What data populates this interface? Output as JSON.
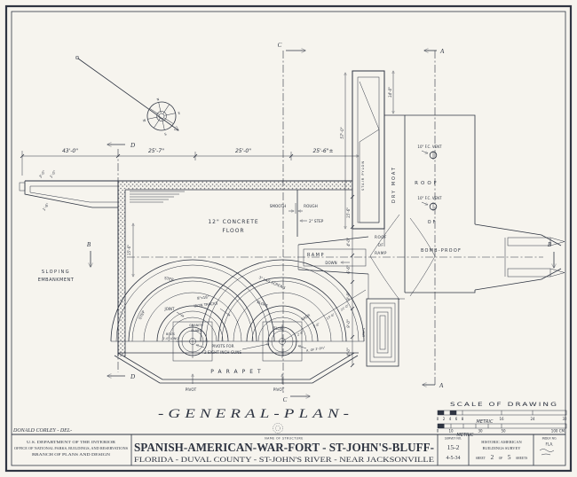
{
  "colors": {
    "ink": "#2f3542",
    "paper": "#f6f4ee"
  },
  "credit": "DONALD CORLEY - DEL-",
  "plan_title": "-GENERAL-PLAN-",
  "compass": {
    "n": "N",
    "e": "E",
    "s": "S",
    "w": "W"
  },
  "sections": {
    "a": "A",
    "b": "B",
    "c": "C",
    "d": "D"
  },
  "dims": {
    "top": [
      "43'-0\"",
      "25'-7\"",
      "25'-0\"",
      "25'-6\"±"
    ],
    "pylon_height": "57'-0\"",
    "moat_top": "14'-0\"",
    "left_wall": "15'-6\"",
    "left_entry": [
      "3'-0\"",
      "1'-0\"",
      "1'-6\""
    ],
    "right_chain": [
      "15'-6\"",
      "4'-0\"",
      "6'-6\"",
      "8'-8\"",
      "9'-0\"",
      "4'-0\""
    ]
  },
  "labels": {
    "sloping_1": "SLOPING",
    "sloping_2": "EMBANKMENT",
    "floor_1": "12\" CONCRETE",
    "floor_2": "FLOOR",
    "smooth": "SMOOTH",
    "rough": "ROUGH",
    "step2": "2\" STEP",
    "ramp": "RAMP",
    "down": "DOWN",
    "roof_of_ramp_1": "ROOF",
    "roof_of_ramp_2": "OF",
    "roof_of_ramp_3": "RAMP",
    "stair_pylon": "STAIR PYLON",
    "dry_moat": "DRY MOAT",
    "vent_top": "10\" F.C. VENT",
    "roof": "ROOF",
    "vent_bottom": "10\" F.C. VENT",
    "of": "OF",
    "bombproof": "BOMB-PROOF",
    "step_a": "STEP",
    "step_b": "STEP",
    "iron_tracks_1": "8\"x18\"",
    "iron_tracks_2": "IRON TRACKS",
    "joint": "JOINT",
    "granite_1": "GRANITE",
    "granite_2": "SLABS",
    "bolts_1": "BOLTS",
    "bolts_2": "1'-0\" LONG",
    "pivots_1": "PIVOTS FOR",
    "pivots_2": "2 EIGHT INCH GUNS",
    "lag_screws": "3\" LAG SCREWS",
    "slope_a": "SLOPE",
    "slope_b": "SLOPE",
    "radii": "RADII",
    "radii_values": [
      "2'-6\"",
      "7'-6\"",
      "15'-6\"",
      "21'-0\""
    ],
    "r_of": "R. OF 3'-9¾\"",
    "parapet": "PARAPET",
    "pivot_left": "PIVOT",
    "pivot_right": "PIVOT",
    "steps": "STEPS"
  },
  "scale_bar": {
    "heading": "SCALE OF DRAWING",
    "feet_ticks": [
      "0",
      "2",
      "4",
      "6",
      "8",
      "16",
      "24",
      "32"
    ],
    "metric_label_1": "METRIC",
    "cm_ticks": [
      "0",
      "10",
      "30",
      "50",
      "100 CM."
    ],
    "metric_label_2": "METRIC"
  },
  "titleblock": {
    "agency_1": "U.S. DEPARTMENT OF THE INTERIOR",
    "agency_2": "OFFICE OF NATIONAL PARKS, BUILDINGS, AND RESERVATIONS",
    "agency_3": "BRANCH OF PLANS AND DESIGN",
    "name_of_structure": "NAME OF STRUCTURE",
    "structure_line_1": "SPANISH-AMERICAN-WAR-FORT - ST-JOHN'S-BLUFF-",
    "structure_line_2": "FLORIDA - DUVAL COUNTY - ST-JOHN'S RIVER - NEAR JACKSONVILLE",
    "survey_label": "SURVEY NO.",
    "survey_no": "15-2",
    "survey_date": "4-5-34",
    "habs_1": "HISTORIC AMERICAN",
    "habs_2": "BUILDINGS SURVEY",
    "sheet_word": "SHEET",
    "sheet_no": "2",
    "of_word": "OF",
    "sheet_total": "5",
    "sheets_word": "SHEETS",
    "index_label": "INDEX NO.",
    "index_value": "FLA."
  }
}
